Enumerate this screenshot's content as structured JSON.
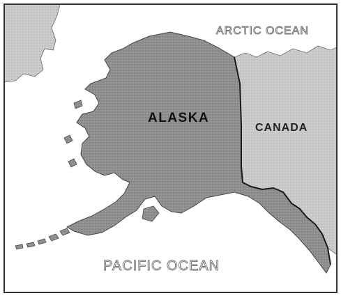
{
  "map": {
    "labels": {
      "arctic_ocean": "ARCTIC OCEAN",
      "pacific_ocean": "PACIFIC OCEAN",
      "alaska": "ALASKA",
      "canada": "CANADA"
    }
  },
  "colors": {
    "alaska_fill": "#8c8c8c",
    "canada_fill": "#c6c6c6",
    "siberia_fill": "#cfcfcf",
    "ocean_fill": "#ffffff",
    "border": "#1a1a1a",
    "coast": "#555555"
  }
}
